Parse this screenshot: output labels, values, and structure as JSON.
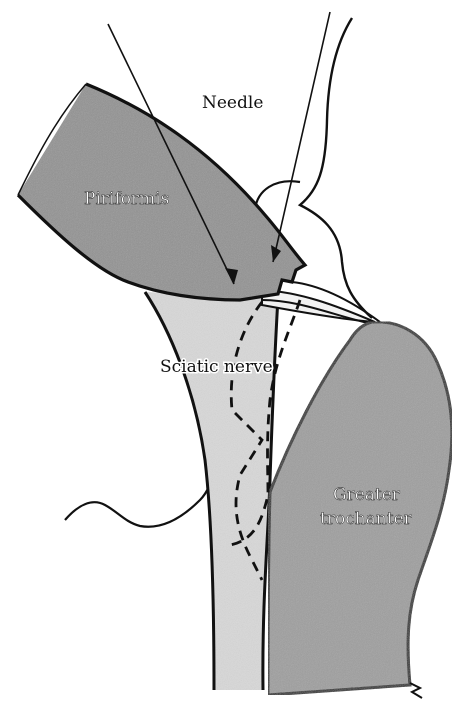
{
  "labels": {
    "needle": "Needle",
    "piriformis": "Piriformis",
    "sciatic_nerve": "Sciatic nerve",
    "greater_trochanter_line1": "Greater",
    "greater_trochanter_line2": "trochanter"
  },
  "colors": {
    "ink": "#111111",
    "piriformis_fill": "#8f8f8f",
    "nerve_fill": "#dadada",
    "trochanter_fill": "#9c9c9c",
    "background": "#ffffff"
  }
}
